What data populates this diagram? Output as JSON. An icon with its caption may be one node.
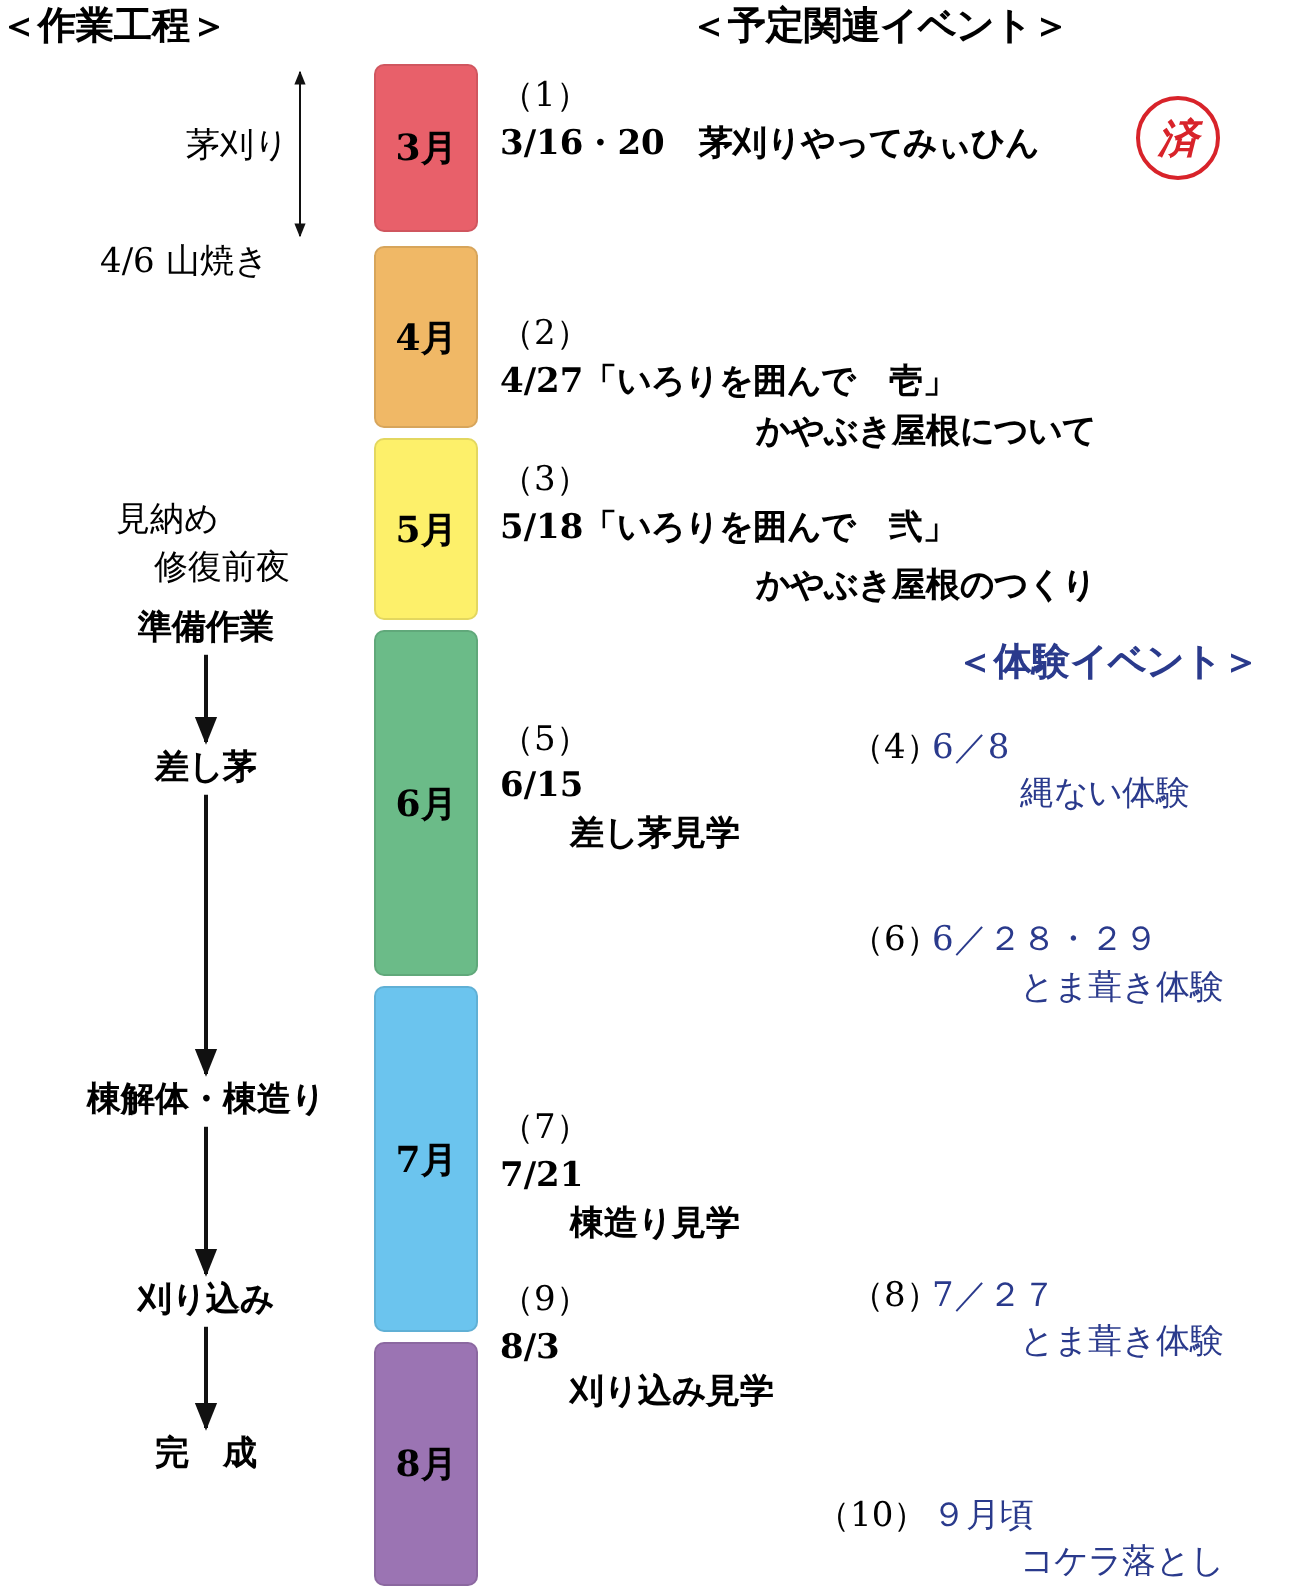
{
  "diagram": {
    "nodes": [
      {
        "text": [
          "3月"
        ]
      },
      {
        "text": [
          "4月"
        ]
      },
      {
        "text": [
          "5月"
        ]
      },
      {
        "text": [
          "6月"
        ]
      },
      {
        "text": [
          "7月"
        ]
      },
      {
        "text": [
          "8月"
        ]
      },
      {
        "text": [
          "準備作業"
        ]
      },
      {
        "text": [
          "差し茅"
        ]
      },
      {
        "text": [
          "棟解体・棟造り"
        ]
      },
      {
        "text": [
          "刈り込み"
        ]
      },
      {
        "text": [
          "完　成"
        ]
      },
      {
        "text": [
          "済"
        ]
      }
    ],
    "edges": [
      {
        "from": 6,
        "to": 7,
        "arrow": "to"
      },
      {
        "from": 7,
        "to": 8,
        "arrow": "to"
      },
      {
        "from": 8,
        "to": 9,
        "arrow": "to"
      },
      {
        "from": 9,
        "to": 10,
        "arrow": "to"
      }
    ],
    "labels": [
      "＜作業工程＞",
      "＜予定関連イベント＞",
      "茅刈り",
      "（1）",
      "3/16・20　茅刈りやってみぃひん",
      "4/6 山焼き",
      "（2）",
      "4/27「いろりを囲んで　壱」",
      "かやぶき屋根について",
      "見納め",
      "（3）",
      "5/18「いろりを囲んで　弐」",
      "修復前夜",
      "かやぶき屋根のつくり",
      "＜体験イベント＞",
      "（5）",
      "（4）",
      "6／8",
      "6/15",
      "縄ない体験",
      "差し茅見学",
      "（6）",
      "6／２８・２９",
      "とま葺き体験",
      "（7）",
      "7/21",
      "棟造り見学",
      "（9）",
      "（8）",
      "7／２７",
      "8/3",
      "とま葺き体験",
      "刈り込み見学",
      "（10）",
      "９月頃",
      "コケラ落とし"
    ]
  }
}
